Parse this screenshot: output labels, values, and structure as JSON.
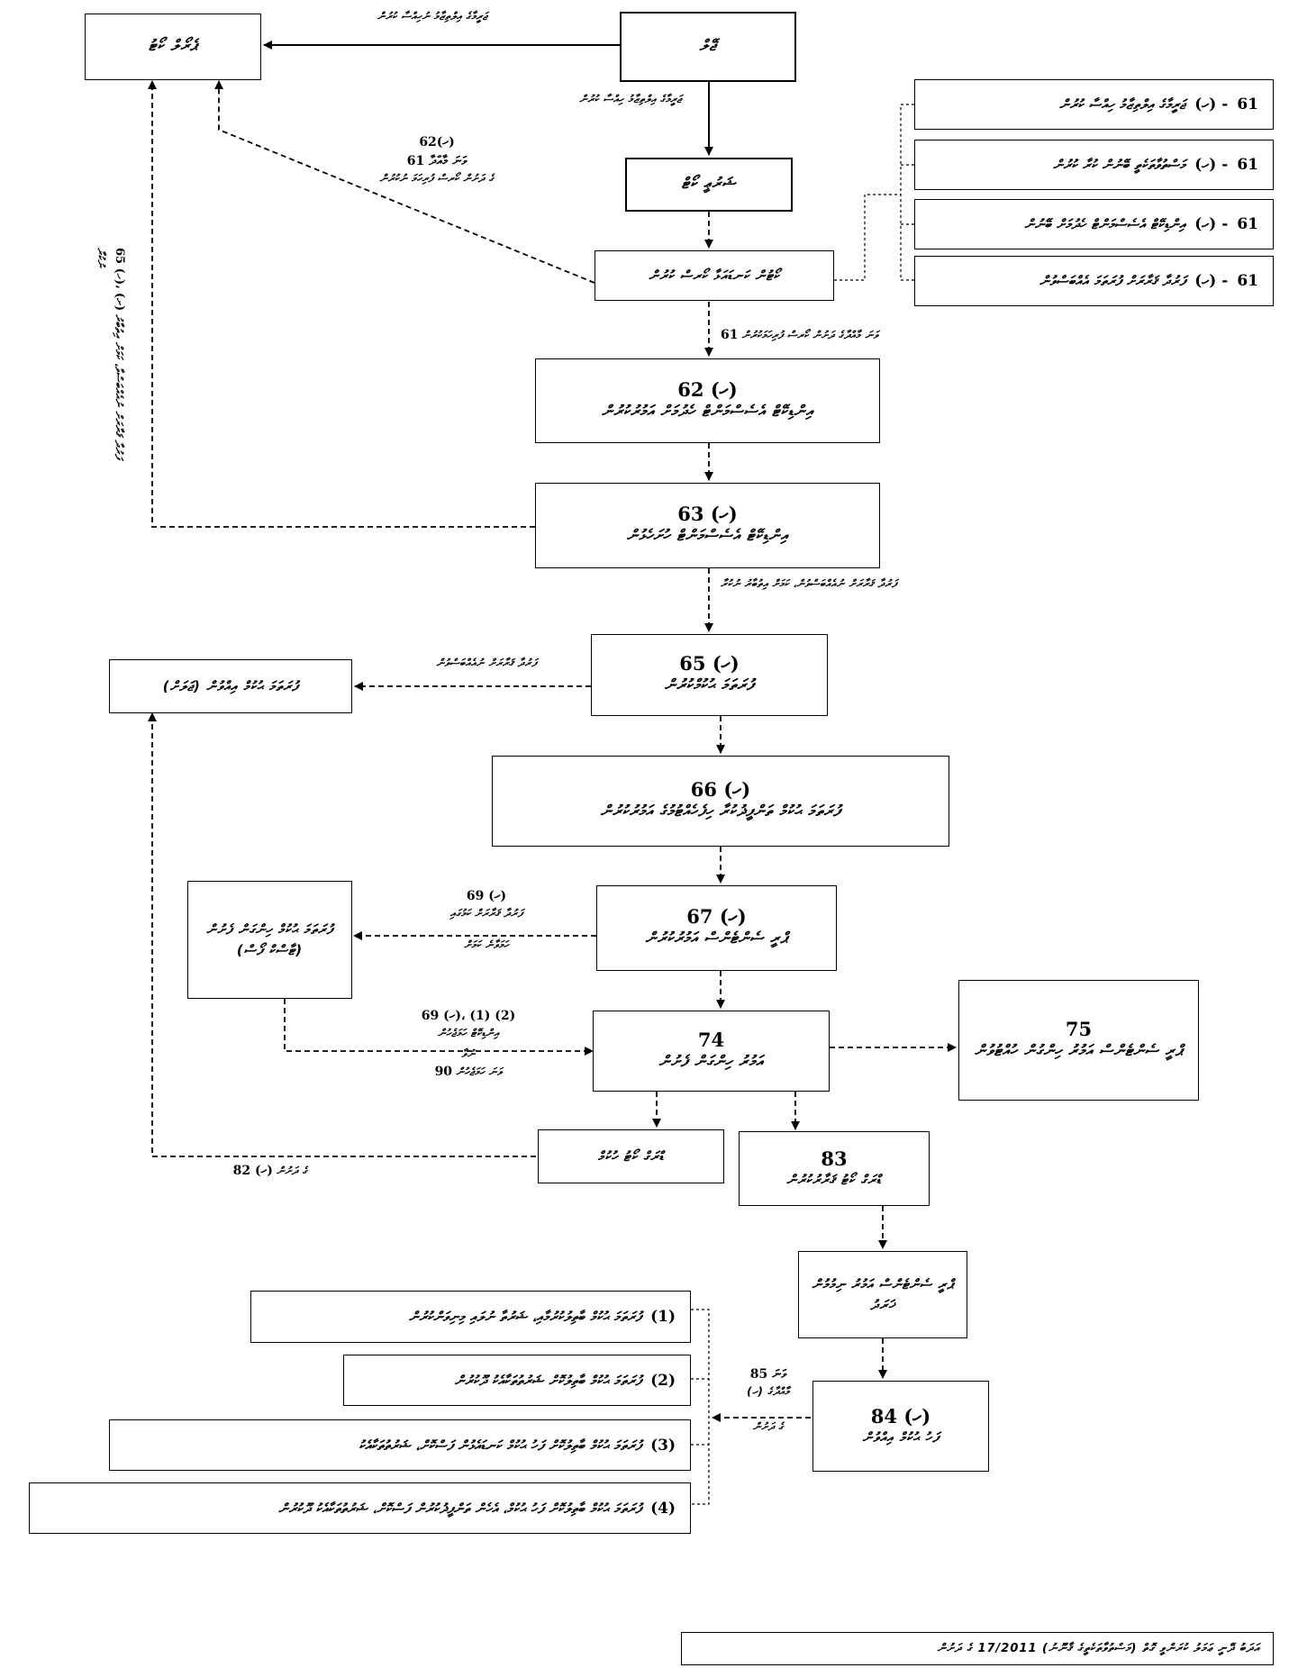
{
  "nodes": {
    "court": {
      "text": "ޖޭލް"
    },
    "state_of_prosecution": {
      "text": "ޝަރުޢީ ކޯޓް"
    },
    "criminal_court": {
      "text": "ޕެރޯލް ކޯޓު"
    },
    "judge_order": {
      "text": "ކޯޓުން ކަނޑައަޅާ ކޯރސް ކުރުން"
    },
    "s62": {
      "section": "62 (ހ)",
      "text": "އިންޑިކޭޓް އެސެސްމަންޓް ހެދުމަށް އަމުރުކުރުން"
    },
    "s63": {
      "section": "63 (ހ)",
      "text": "އިންޑިކޭޓް އެސެސްމަންޓް ހުށަހެޅުން"
    },
    "s65": {
      "section": "65 (ހ)",
      "text": "ފުރަތަމަ ޙުކުމްކުރުން"
    },
    "s66": {
      "section": "66 (ހ)",
      "text": "ފުރަތަމަ ޙުކުމް ތަންފީޛުކުރާ ހިފެހެއްޓުމުގެ އަމުރުކުރުން"
    },
    "s67": {
      "section": "67 (ހ)",
      "text": "ޕްރީ ސެންޓެންސް އަމުރުކުރުން"
    },
    "s74": {
      "section": "74",
      "text": "އަމުރު ހިންގަން ފެށުން"
    },
    "s75": {
      "section": "75",
      "text": "ޕްރީ ސެންޓެންސް އަމުރު ހިންގުން ހުއްޓުވުން"
    },
    "s83": {
      "section": "83",
      "text": "ޑްރަގް ކޯޓު ޤަރާރުކުރުން"
    },
    "s84": {
      "section": "84 (ހ)",
      "text": "ފަހު ޙުކުމް އިއްވުން"
    },
    "first_sentence_release": {
      "text": "ފުރަތަމަ ޙުކުމް އިއްވުން (ޖަލަށް)"
    },
    "first_sentence_run": {
      "text": "ފުރަތަމަ ޙުކުމް ހިންގަން ފެށުން (ޓާސްކް ފޯސް)"
    },
    "drug_court_outcome": {
      "text": "ޑްރަގް ކޯޓު ހުކުމް"
    },
    "pre_sentence_result": {
      "text": "ޕްރީ ސެންޓެންސް އަމުރު ނިމުމުން ޚަރަދު"
    }
  },
  "right_options": [
    {
      "num": "61",
      "mark": "(ހ) -",
      "text": "ޖަރީމާގެ އިލްތިޒާމު ހިއްސާ ކުރުން"
    },
    {
      "num": "61",
      "mark": "(ހ) -",
      "text": "މަސްތުވާތަކެތީ ބޭނުން ކުރާ ކުރުން"
    },
    {
      "num": "61",
      "mark": "(ހ) -",
      "text": "އިންޑިކޭޓް އެސެސްމަންޓް ހެދުމަށް ބޭނުން"
    },
    {
      "num": "61",
      "mark": "(ހ) -",
      "text": "ފަރުދާ ޤަރާރަށް ފުރަތަމަ އެއްބަސްވުން"
    }
  ],
  "bottom_options": [
    {
      "num": "(1)",
      "text": "ފުރަތަމަ ޙުކުމް ބާތިލުކުރުމާއި، ޝަރުތާ ނުލައި މިނިވަންކުރުން"
    },
    {
      "num": "(2)",
      "text": "ފުރަތަމަ ޙުކުމް ބާތިލުކޮށް ޝަރުތުތަކާއެކު ދޫކުރުން"
    },
    {
      "num": "(3)",
      "text": "ފުރަތަމަ ޙުކުމް ބާތިލުކޮށް ފަހު ޙުކުމް ކަނޑައެޅުން ފަސްކޮށް، ޝަރުތުތަކާއެކު"
    },
    {
      "num": "(4)",
      "text": "ފުރަތަމަ ޙުކުމް ބާތިލުކޮށް ފަހު ޙުކުމް، އެހެން ތަންފީޛުކުރުން ފަސްކޮށް، ޝަރުތުތަކާއެކު ދޫކުރުން"
    }
  ],
  "labels": {
    "court_to_criminal": "ޖަރީމާގެ އިލްތިޒާމު ނުހިއްސާ ކުރުން",
    "court_to_drug": "ޖަރީމާގެ އިލްތިޒާމު ހިއްސާ ކުރުން",
    "judge_to_criminal_num": "62(ހ)",
    "judge_to_criminal_num2": "61 ވަނަ މާއްދާ",
    "judge_to_criminal_text": "ގެ ދަށުން ކޯރސް ފުރިހަމަ ނުކުރުން",
    "to62_num": "61",
    "to62_text": "ވަނަ މާއްދާގެ ދަށުން ކޯރސް ފުރިހަމަކުރުން",
    "s63_to65": "ފަރުދާ ޤަރާރަށް ނުއެއްބަސްވުން، ކަމަށް އިތުބާރު ނުކުރާ",
    "s65_to_first": "ފަރުދާ ޤަރާރަށް ނުއެއްބަސްވުން",
    "s67_to_first_num": "69 (ހ)",
    "s67_to_first_text1": "ފަރުދާ ޤަރާރަށް ކަމުގައި",
    "s67_to_first_text2": "ހަމަވާނެ ކަމަށް",
    "first_to74_num": "69 (ހ)، (1) (2)",
    "first_to74_text1": "އިންޑިކޭޓް ހަމަޖެހުން",
    "first_to74_text2": "ނުވާ",
    "first_to74_num2": "90",
    "first_to74_text3": "ވަނަ ހަމަޖެހުން",
    "drug_to_release_num": "82 (ހ)",
    "drug_to_release_text": "ގެ ދަށުން",
    "s84_num": "85 ވަނަ",
    "s84_text1": "މާއްދާގެ (ހ)",
    "s84_text2": "ގެ ދަށުން",
    "vertical_num": "65 (ހ)، (ށ)",
    "vertical_text": "ފަރުދާ ޤަރާރަށް ނުއެއްބަސްވާ، ކަމަށް އިތުބާރު ނުކުރާ"
  },
  "footnote": "އަދަބު ދޭނީ ޢަމަލު ކުރަންވީ ގޮތް (މަސްތުވާތަކެތީގެ ޤާނޫނު) 17/2011 ގެ ދަށުން"
}
